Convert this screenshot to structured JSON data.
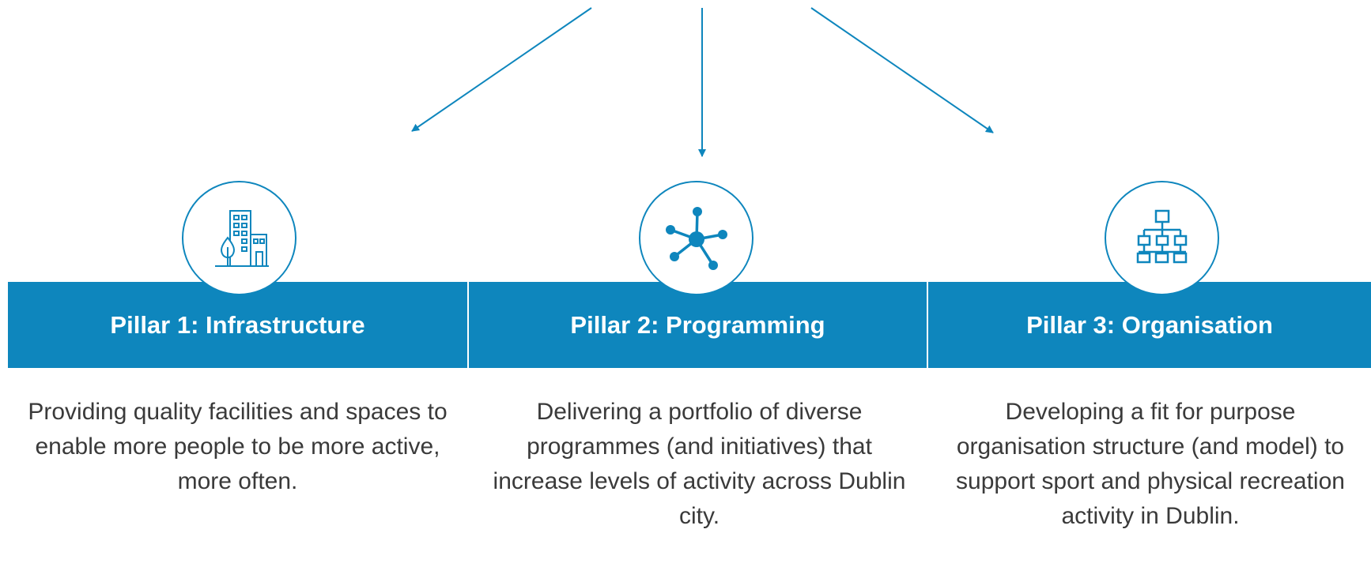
{
  "colors": {
    "accent": "#0e86bd",
    "text": "#3a3a3a",
    "title_text": "#ffffff"
  },
  "pillars": [
    {
      "title": "Pillar 1: Infrastructure",
      "icon": "buildings-tree-icon",
      "description": "Providing quality facilities and spaces to enable more people to be more active, more often."
    },
    {
      "title": "Pillar 2: Programming",
      "icon": "network-hub-icon",
      "description": "Delivering a portfolio of diverse programmes (and initiatives) that increase levels of activity across Dublin city."
    },
    {
      "title": "Pillar 3: Organisation",
      "icon": "org-chart-icon",
      "description": "Developing a fit for purpose organisation structure (and model) to support sport and physical recreation activity in Dublin."
    }
  ]
}
